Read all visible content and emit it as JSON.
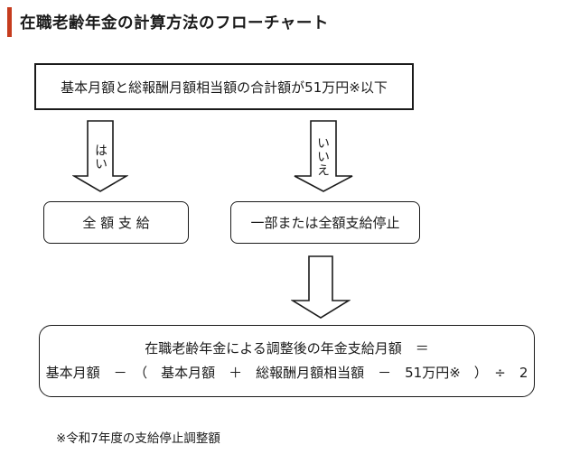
{
  "page": {
    "title": "在職老齢年金の計算方法のフローチャート",
    "accent_color": "#c63c1e"
  },
  "flowchart": {
    "condition_box": "基本月額と総報酬月額相当額の合計額が51万円※以下",
    "yes_label": "はい",
    "no_label": "いいえ",
    "yes_result_box": "全 額 支 給",
    "no_result_box": "一部または全額支給停止",
    "formula_line1": "在職老齢年金による調整後の年金支給月額　＝",
    "formula_line2": "基本月額　－　（　基本月額　＋　総報酬月額相当額　－　51万円※　）　÷　2",
    "footnote": "※令和7年度の支給停止調整額"
  }
}
